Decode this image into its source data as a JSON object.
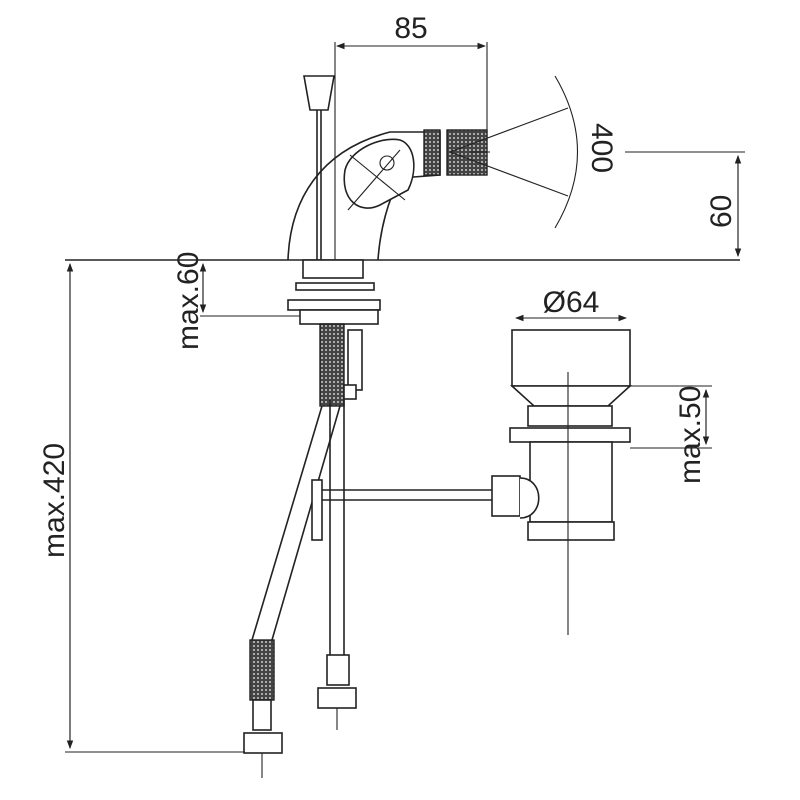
{
  "dimensions": {
    "spout_reach": "85",
    "spray_radius": "400",
    "spout_height": "60",
    "deck_thickness": "max.60",
    "waste_diameter": "Ø64",
    "waste_deck": "max.50",
    "hose_length": "max.420"
  }
}
